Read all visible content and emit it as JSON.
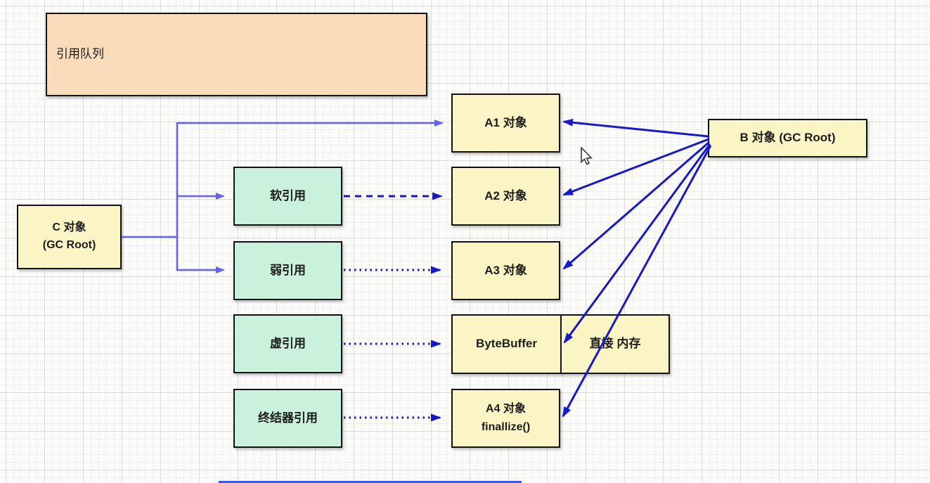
{
  "boxes": {
    "reference_queue": "引用队列",
    "c_object_line1": "C 对象",
    "c_object_line2": "(GC Root)",
    "soft_ref": "软引用",
    "weak_ref": "弱引用",
    "phantom_ref": "虚引用",
    "finalizer_ref": "终结器引用",
    "a1": "A1 对象",
    "a2": "A2 对象",
    "a3": "A3 对象",
    "bytebuffer": "ByteBuffer",
    "direct_memory": "直接 内存",
    "a4_line1": "A4 对象",
    "a4_line2": "finallize()",
    "b_object": "B 对象 (GC Root)"
  },
  "colors": {
    "peach_fill": "#fbdcba",
    "yellow_fill": "#fbf5c6",
    "mint_fill": "#c9f1dc",
    "box_border": "#111111",
    "tree_arrow": "#6363f2",
    "solid_arrow": "#1717cf",
    "dotted_arrow": "#1515cc",
    "progress_bar": "#2e5bff"
  }
}
